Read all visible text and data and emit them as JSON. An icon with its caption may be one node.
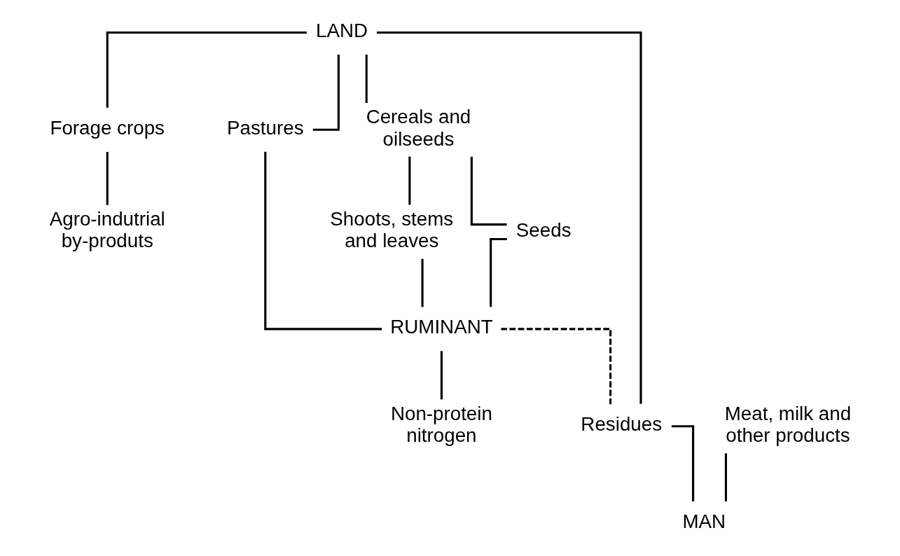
{
  "diagram": {
    "nodes": [
      {
        "text": [
          "LAND"
        ]
      },
      {
        "text": [
          "Forage crops"
        ]
      },
      {
        "text": [
          "Pastures"
        ]
      },
      {
        "text": [
          "Agro-indutrial by-produts"
        ]
      },
      {
        "text": [
          "Cereals and oilseeds"
        ]
      },
      {
        "text": [
          "Shoots, stems and leaves"
        ]
      },
      {
        "text": [
          "RUMINANT"
        ]
      },
      {
        "text": [
          "Seeds"
        ]
      },
      {
        "text": [
          "Non-protein nitrogen"
        ]
      },
      {
        "text": [
          "Residues"
        ]
      },
      {
        "text": [
          "Meat, milk and other products"
        ]
      },
      {
        "text": [
          "MAN"
        ]
      }
    ],
    "edges": [
      {
        "from": 0,
        "to": 4,
        "arrow": "none"
      },
      {
        "from": 0,
        "to": 9,
        "arrow": "none"
      },
      {
        "from": 0,
        "to": 1,
        "arrow": "none"
      },
      {
        "from": 0,
        "to": 2,
        "arrow": "none"
      },
      {
        "from": 1,
        "to": 3,
        "arrow": "none"
      },
      {
        "from": 2,
        "to": 6,
        "arrow": "none"
      },
      {
        "from": 4,
        "to": 5,
        "arrow": "none"
      },
      {
        "from": 5,
        "to": 6,
        "arrow": "none"
      },
      {
        "from": 4,
        "to": 7,
        "arrow": "none"
      },
      {
        "from": 7,
        "to": 6,
        "arrow": "none"
      },
      {
        "from": 6,
        "to": 8,
        "arrow": "none"
      },
      {
        "from": 6,
        "to": 9,
        "arrow": "none",
        "style": "dashed"
      },
      {
        "from": 10,
        "to": 11,
        "arrow": "none"
      },
      {
        "from": 9,
        "to": 11,
        "arrow": "none"
      }
    ]
  }
}
